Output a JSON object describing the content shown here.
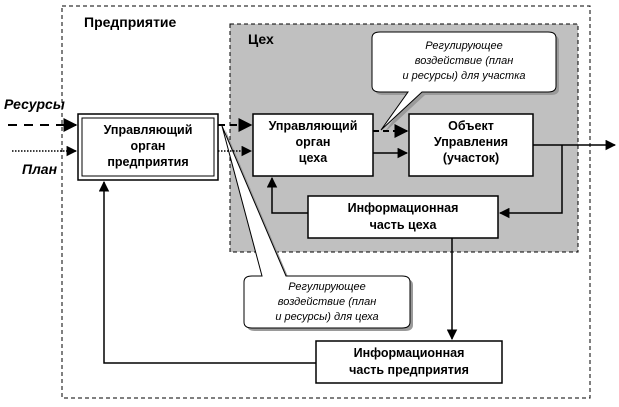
{
  "enterprise": {
    "title": "Предприятие"
  },
  "workshop": {
    "title": "Цех"
  },
  "inputs": {
    "resources": "Ресурсы",
    "plan": "План"
  },
  "boxes": {
    "enterprise_control": [
      "Управляющий",
      "орган",
      "предприятия"
    ],
    "workshop_control": [
      "Управляющий",
      "орган",
      "цеха"
    ],
    "control_object": [
      "Объект",
      "Управления",
      "(участок)"
    ],
    "workshop_info": [
      "Информационная",
      "часть цеха"
    ],
    "enterprise_info": [
      "Информационная",
      "часть предприятия"
    ]
  },
  "callouts": {
    "section": [
      "Регулирующее",
      "воздействие (план",
      "и ресурсы) для участка"
    ],
    "workshop": [
      "Регулирующее",
      "воздействие (план",
      "и ресурсы) для цеха"
    ]
  },
  "colors": {
    "workshop_fill": "#c0c0c0",
    "shadow": "#9a9a9a",
    "line": "#000000"
  }
}
